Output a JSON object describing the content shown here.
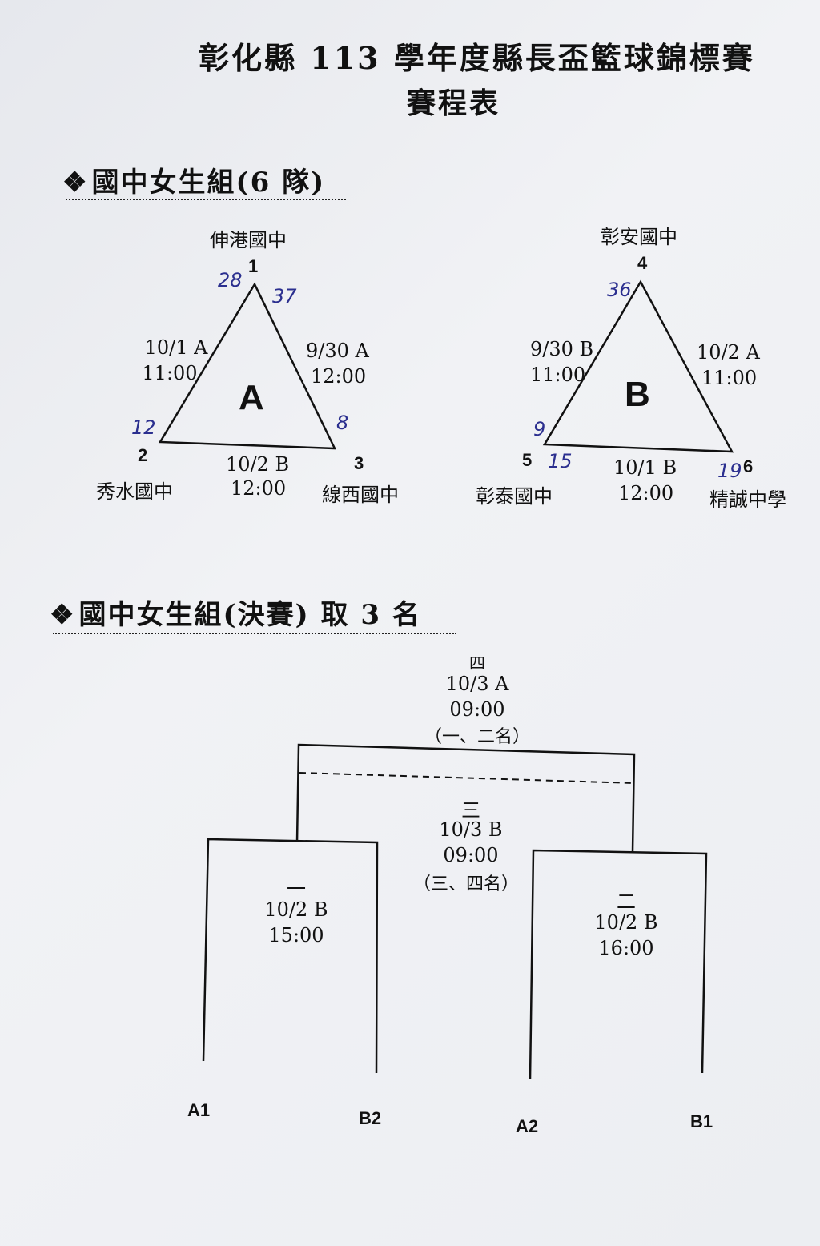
{
  "title": {
    "line1": "彰化縣 113 學年度縣長盃籃球錦標賽",
    "line2": "賽程表"
  },
  "section1": {
    "heading": "國中女生組(6 隊)",
    "group_a": {
      "letter": "A",
      "team_top": "伸港國中",
      "team_top_num": "1",
      "team_left": "秀水國中",
      "team_left_num": "2",
      "team_right": "線西國中",
      "team_right_num": "3",
      "left_edge_date": "10/1 A",
      "left_edge_time": "11:00",
      "right_edge_date": "9/30 A",
      "right_edge_time": "12:00",
      "bottom_edge_date": "10/2 B",
      "bottom_edge_time": "12:00",
      "score_top_left": "28",
      "score_top_right": "37",
      "score_left": "12",
      "score_right": "8"
    },
    "group_b": {
      "letter": "B",
      "team_top": "彰安國中",
      "team_top_num": "4",
      "team_left": "彰泰國中",
      "team_left_num": "5",
      "team_right": "精誠中學",
      "team_right_num": "6",
      "left_edge_date": "9/30 B",
      "left_edge_time": "11:00",
      "right_edge_date": "10/2 A",
      "right_edge_time": "11:00",
      "bottom_edge_date": "10/1 B",
      "bottom_edge_time": "12:00",
      "score_top_left": "36",
      "score_left_upper": "9",
      "score_left_lower": "15",
      "score_right": "19"
    }
  },
  "section2": {
    "heading": "國中女生組(決賽) 取 3 名",
    "final": {
      "num": "四",
      "date": "10/3 A",
      "time": "09:00",
      "note": "（一、二名）"
    },
    "third": {
      "num": "三",
      "date": "10/3 B",
      "time": "09:00",
      "note": "（三、四名）"
    },
    "semi1": {
      "num": "一",
      "date": "10/2 B",
      "time": "15:00"
    },
    "semi2": {
      "num": "二",
      "date": "10/2 B",
      "time": "16:00"
    },
    "seeds": [
      "A1",
      "B2",
      "A2",
      "B1"
    ]
  }
}
